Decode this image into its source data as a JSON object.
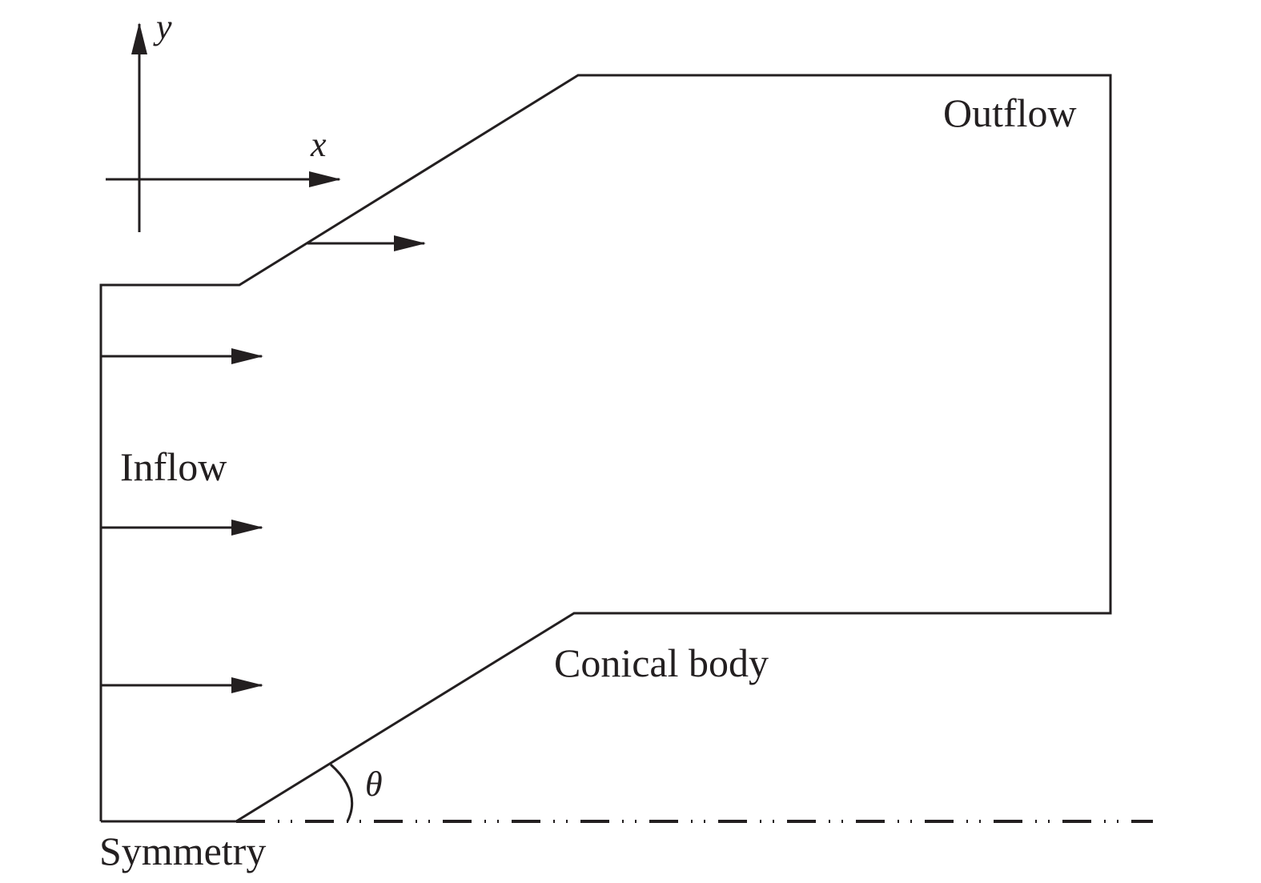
{
  "diagram": {
    "title": "Computational domain for flow over a conical body",
    "colors": {
      "ink": "#231f20",
      "background": "#ffffff"
    },
    "axes": {
      "x_label": "x",
      "y_label": "y"
    },
    "labels": {
      "outflow": "Outflow",
      "inflow": "Inflow",
      "conical_body": "Conical body",
      "symmetry": "Symmetry",
      "angle": "θ"
    },
    "inflow_arrow_count": 3,
    "upper_boundary_arrow_count": 1
  }
}
